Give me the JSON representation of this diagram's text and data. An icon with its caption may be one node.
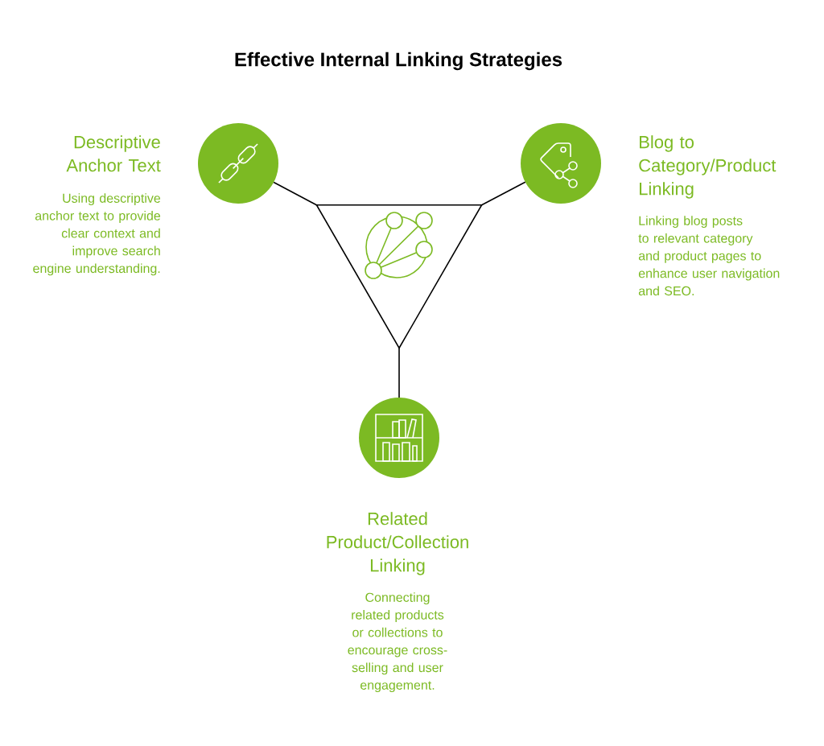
{
  "diagram": {
    "title": "Effective Internal Linking Strategies",
    "nodes": [
      {
        "text": [],
        "shape": "triangle"
      },
      {
        "text": [],
        "shape": "circle",
        "beside": [
          "Descriptive Anchor Text",
          "Using descriptive anchor text to provide clear context and improve search engine understanding."
        ]
      },
      {
        "text": [],
        "shape": "circle",
        "beside": [
          "Blog to Category/Product Linking",
          "Linking blog posts to relevant category and product pages to enhance user navigation and SEO."
        ]
      },
      {
        "text": [],
        "shape": "circle",
        "beside": [
          "Related Product/Collection Linking",
          "Connecting related products or collections to encourage cross-selling and user engagement."
        ]
      }
    ],
    "edges": [
      {
        "from": 1,
        "to": 0,
        "arrow": "none"
      },
      {
        "from": 2,
        "to": 0,
        "arrow": "none"
      },
      {
        "from": 3,
        "to": 0,
        "arrow": "none"
      }
    ]
  }
}
